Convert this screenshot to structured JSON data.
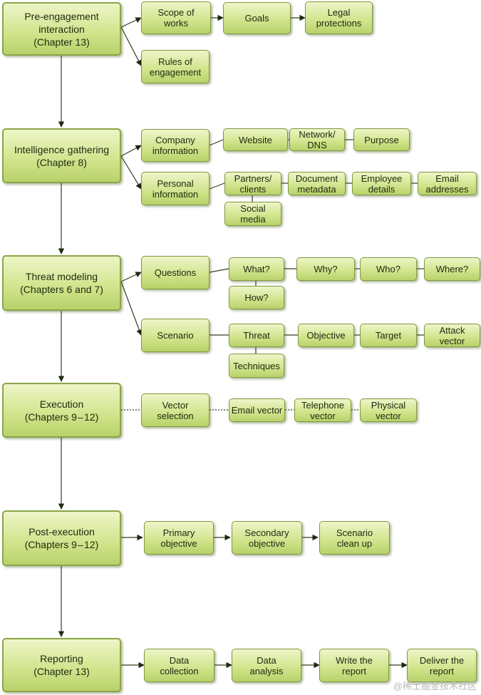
{
  "boxes": {
    "pre_engagement": "Pre-engagement\ninteraction\n(Chapter 13)",
    "scope_of_works": "Scope of\nworks",
    "goals": "Goals",
    "legal_protections": "Legal\nprotections",
    "rules_of_engagement": "Rules of\nengagement",
    "intelligence_gathering": "Intelligence gathering\n(Chapter 8)",
    "company_information": "Company\ninformation",
    "website": "Website",
    "network_dns": "Network/\nDNS",
    "purpose": "Purpose",
    "personal_information": "Personal\ninformation",
    "partners_clients": "Partners/\nclients",
    "document_metadata": "Document\nmetadata",
    "employee_details": "Employee\ndetails",
    "email_addresses": "Email\naddresses",
    "social_media": "Social\nmedia",
    "threat_modeling": "Threat modeling\n(Chapters 6 and 7)",
    "questions": "Questions",
    "what": "What?",
    "why": "Why?",
    "who": "Who?",
    "where": "Where?",
    "how": "How?",
    "scenario": "Scenario",
    "threat": "Threat",
    "objective": "Objective",
    "target": "Target",
    "attack_vector": "Attack\nvector",
    "techniques": "Techniques",
    "execution": "Execution\n(Chapters 9 – 12)",
    "vector_selection": "Vector\nselection",
    "email_vector": "Email vector",
    "telephone_vector": "Telephone\nvector",
    "physical_vector": "Physical\nvector",
    "post_execution": "Post-execution\n(Chapters 9 – 12)",
    "primary_objective": "Primary\nobjective",
    "secondary_objective": "Secondary\nobjective",
    "scenario_clean_up": "Scenario\nclean up",
    "reporting": "Reporting\n(Chapter 13)",
    "data_collection": "Data\ncollection",
    "data_analysis": "Data\nanalysis",
    "write_the_report": "Write the\nreport",
    "deliver_the_report": "Deliver the\nreport"
  },
  "watermark": "@稀土掘金技术社区"
}
